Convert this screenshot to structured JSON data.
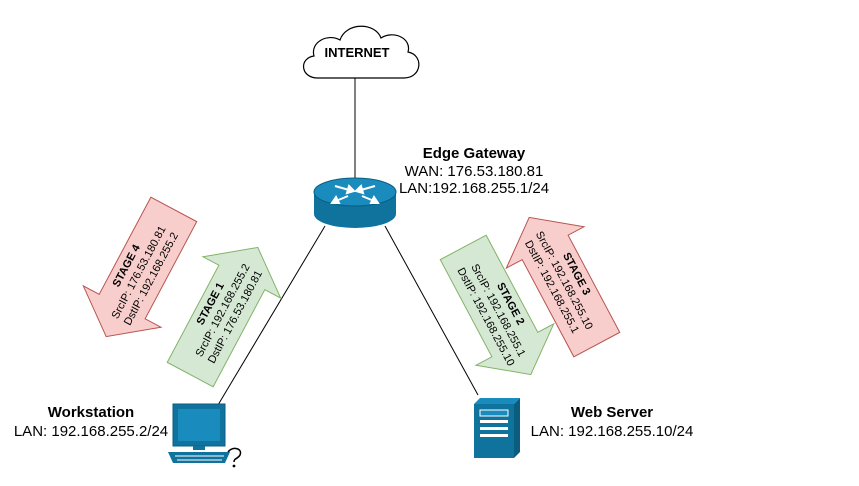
{
  "cloud": {
    "label": "INTERNET"
  },
  "gateway": {
    "title": "Edge Gateway",
    "wan": "WAN: 176.53.180.81",
    "lan": "LAN:192.168.255.1/24"
  },
  "workstation": {
    "title": "Workstation",
    "lan": "LAN: 192.168.255.2/24"
  },
  "server": {
    "title": "Web Server",
    "lan": "LAN: 192.168.255.10/24"
  },
  "stages": [
    {
      "label": "STAGE 1",
      "src": "SrcIP: 192.168.255.2",
      "dst": "DstIP: 176.53.180.81",
      "color": "#d5e8d4"
    },
    {
      "label": "STAGE 2",
      "src": "SrcIP: 192.168.255.1",
      "dst": "DstIP: 192.168.255.10",
      "color": "#d5e8d4"
    },
    {
      "label": "STAGE 3",
      "src": "SrcIP: 192.168.255.10",
      "dst": "DstIP: 192.168.255.1",
      "color": "#f8cecc"
    },
    {
      "label": "STAGE 4",
      "src": "SrcIP: 176.53.180.81",
      "dst": "DstIP: 192.168.255.2",
      "color": "#f8cecc"
    }
  ],
  "colors": {
    "green_fill": "#d5e8d4",
    "green_stroke": "#82b366",
    "red_fill": "#f8cecc",
    "red_stroke": "#b85450",
    "device": "#10739e"
  },
  "icons": {
    "cloud": "cloud-icon",
    "router": "router-icon",
    "workstation": "workstation-icon",
    "server": "server-icon"
  }
}
